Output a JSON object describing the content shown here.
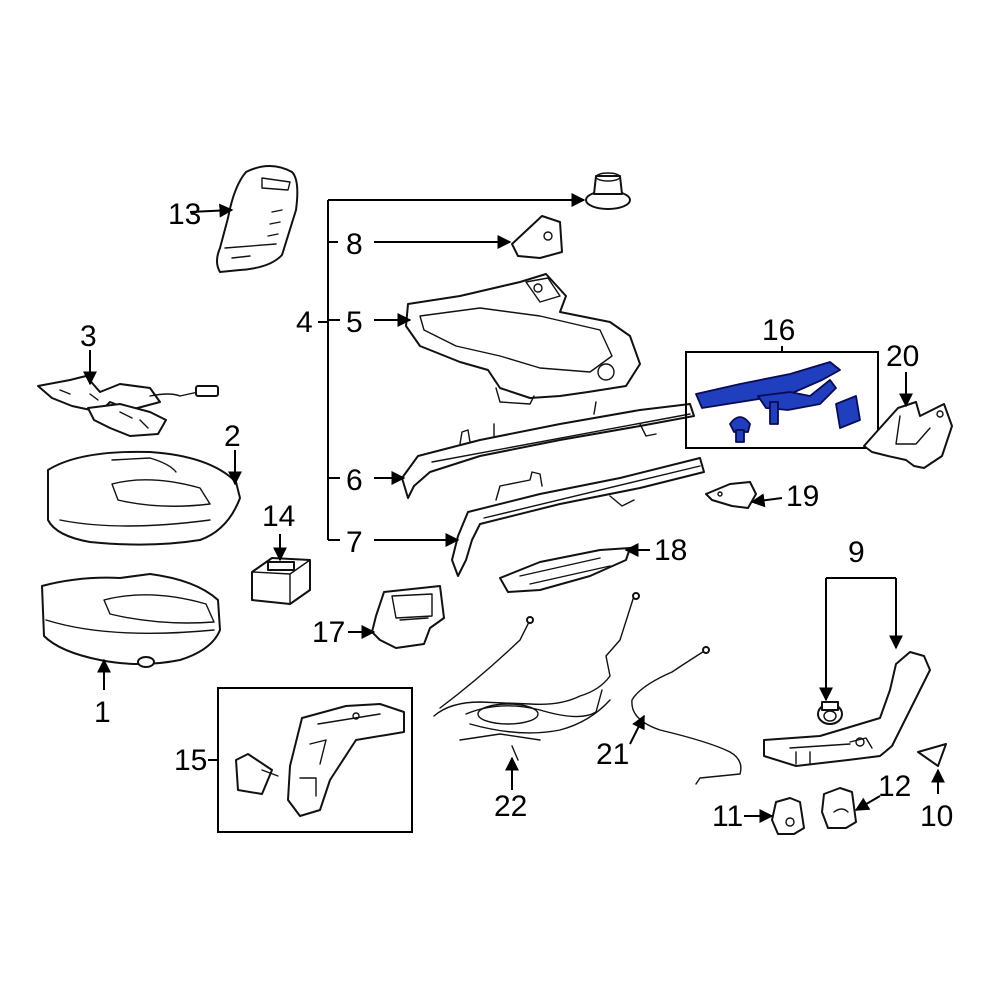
{
  "diagram": {
    "highlight_color": "#1f3fbf",
    "callouts": {
      "c1": "1",
      "c2": "2",
      "c3": "3",
      "c4": "4",
      "c5": "5",
      "c6": "6",
      "c7": "7",
      "c8": "8",
      "c9": "9",
      "c10": "10",
      "c11": "11",
      "c12": "12",
      "c13": "13",
      "c14": "14",
      "c15": "15",
      "c16": "16",
      "c17": "17",
      "c18": "18",
      "c19": "19",
      "c20": "20",
      "c21": "21",
      "c22": "22"
    }
  }
}
